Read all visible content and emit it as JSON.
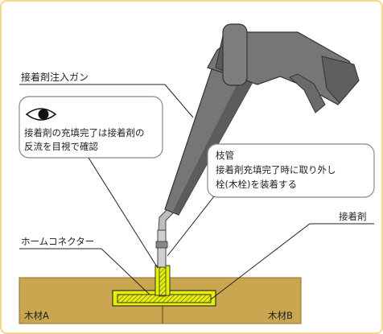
{
  "labels": {
    "gun": "接着剤注入ガン",
    "note1_line1": "接着剤の充填完了は接着剤の",
    "note1_line2": "反流を目視で確認",
    "branch_title": "枝管",
    "branch_line1": "接着剤充填完了時に取り外し",
    "branch_line2": "栓(木栓)を装着する",
    "adhesive": "接着剤",
    "connector": "ホームコネクター",
    "wood_a": "木材A",
    "wood_b": "木材B"
  },
  "icons": {
    "eye": "eye-icon"
  },
  "colors": {
    "frame_border": "#f3d98a",
    "wood": "#c9a64f",
    "adhesive": "#e6f000",
    "gun": "#767676",
    "gun_dark": "#4e4e4e",
    "callout_border": "#888888"
  }
}
